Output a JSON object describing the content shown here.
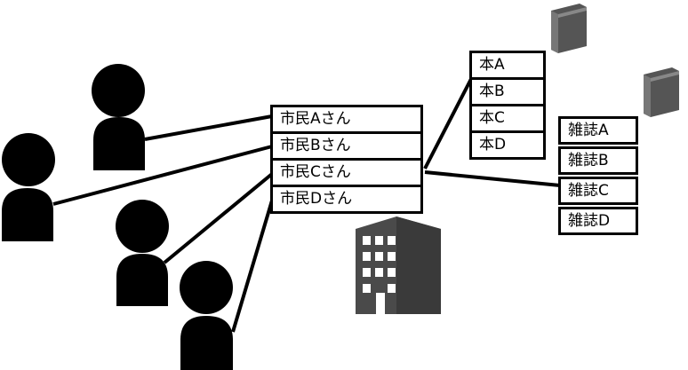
{
  "citizens": [
    "市民Aさん",
    "市民Bさん",
    "市民Cさん",
    "市民Dさん"
  ],
  "books": [
    "本A",
    "本B",
    "本C",
    "本D"
  ],
  "magazines": [
    "雑誌A",
    "雑誌B",
    "雑誌C",
    "雑誌D"
  ],
  "colors": {
    "line": "#000000",
    "icon_dark": "#000000",
    "building": "#4a4a4a",
    "book": "#555555"
  }
}
